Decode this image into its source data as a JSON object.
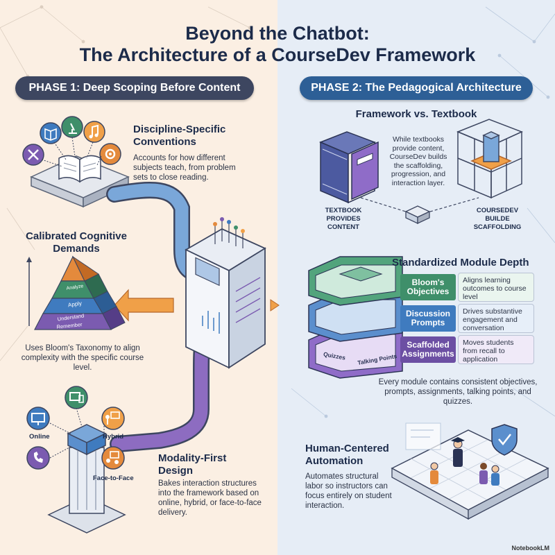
{
  "title": {
    "line1": "Beyond the Chatbot:",
    "line2": "The Architecture of a CourseDev Framework"
  },
  "phase1": {
    "label": "PHASE 1: Deep Scoping Before Content",
    "discipline": {
      "heading": "Discipline-Specific Conventions",
      "description": "Accounts for how different subjects teach, from problem sets to close reading.",
      "icons": [
        "ruler-pencil-icon",
        "book-icon",
        "microscope-icon",
        "music-note-icon",
        "gear-icon"
      ]
    },
    "cognitive": {
      "heading": "Calibrated Cognitive Demands",
      "levels": [
        "Analyze",
        "Apply",
        "Understand",
        "Remember"
      ],
      "description": "Uses Bloom's Taxonomy to align complexity with the specific course level."
    },
    "modality": {
      "heading": "Modality-First Design",
      "description": "Bakes interaction structures into the framework based on online, hybrid, or face-to-face delivery.",
      "labels": {
        "online": "Online",
        "hybrid": "Hybrid",
        "face": "Face-to-Face"
      }
    }
  },
  "phase2": {
    "label": "PHASE 2: The Pedagogical Architecture",
    "framework": {
      "heading": "Framework vs. Textbook",
      "description": "While textbooks provide content, CourseDev builds the scaffolding, progression, and interaction layer.",
      "textbook_label": "TEXTBOOK PROVIDES CONTENT",
      "coursedev_label": "COURSEDEV BUILDE SCAFFOLDING"
    },
    "module": {
      "heading": "Standardized Module Depth",
      "rows": [
        {
          "title": "Bloom's Objectives",
          "desc": "Aligns learning outcomes to course level",
          "color": "#3f8f6a"
        },
        {
          "title": "Discussion Prompts",
          "desc": "Drives substantive engagement and conversation",
          "color": "#3f7bbf"
        },
        {
          "title": "Scaffolded Assignments",
          "desc": "Moves students from recall to application",
          "color": "#6c4fa3"
        }
      ],
      "tags": [
        "Quizzes",
        "Talking Points"
      ],
      "footer": "Every module contains consistent objectives, prompts, assignments, talking points, and quizzes."
    },
    "automation": {
      "heading": "Human-Centered Automation",
      "description": "Automates structural labor so instructors can focus entirely on student interaction."
    }
  },
  "brand": "NotebookLM"
}
